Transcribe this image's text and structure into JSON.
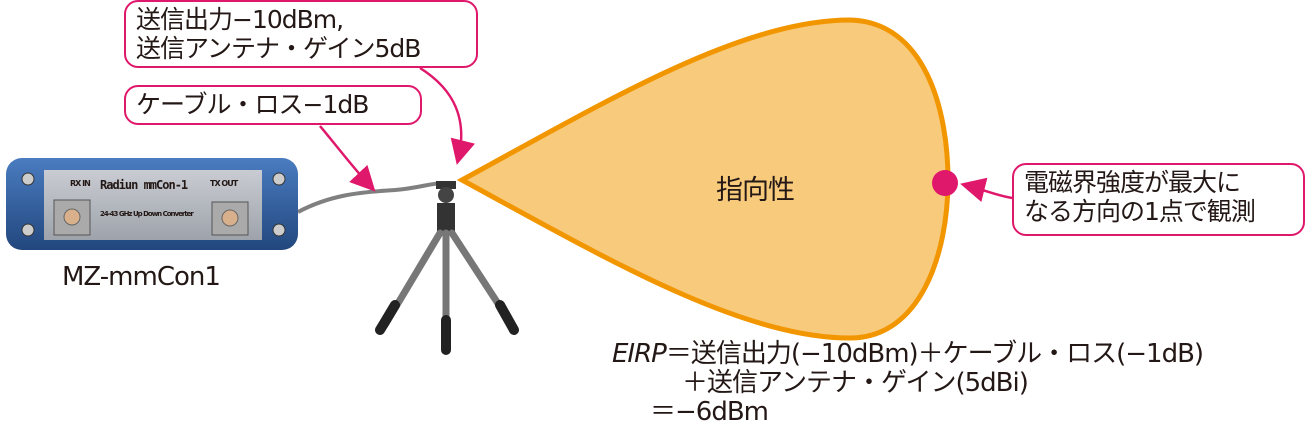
{
  "callouts": {
    "tx_line1": "送信出力−10dBm,",
    "tx_line2": "送信アンテナ・ゲイン5dB",
    "cable": "ケーブル・ロス−1dB",
    "measure_line1": "電磁界強度が最大に",
    "measure_line2": "なる方向の1点で観測"
  },
  "device": {
    "label": "MZ-mmCon1",
    "brand": "Radiun  mmCon-1",
    "subtitle": "24-43 GHz Up Down Converter",
    "port_in": "RX IN",
    "port_out": "TX OUT"
  },
  "beam_label": "指向性",
  "formula": {
    "eirp": "EIRP",
    "line1": "＝送信出力(−10dBm)＋ケーブル・ロス(−1dB)",
    "line2": "＋送信アンテナ・ゲイン(5dBi)",
    "line3": "＝−6dBm"
  },
  "colors": {
    "accent": "#e0186c",
    "beam_fill": "#f8ca7c",
    "beam_stroke": "#f29600",
    "device": "#2f5fa0"
  }
}
